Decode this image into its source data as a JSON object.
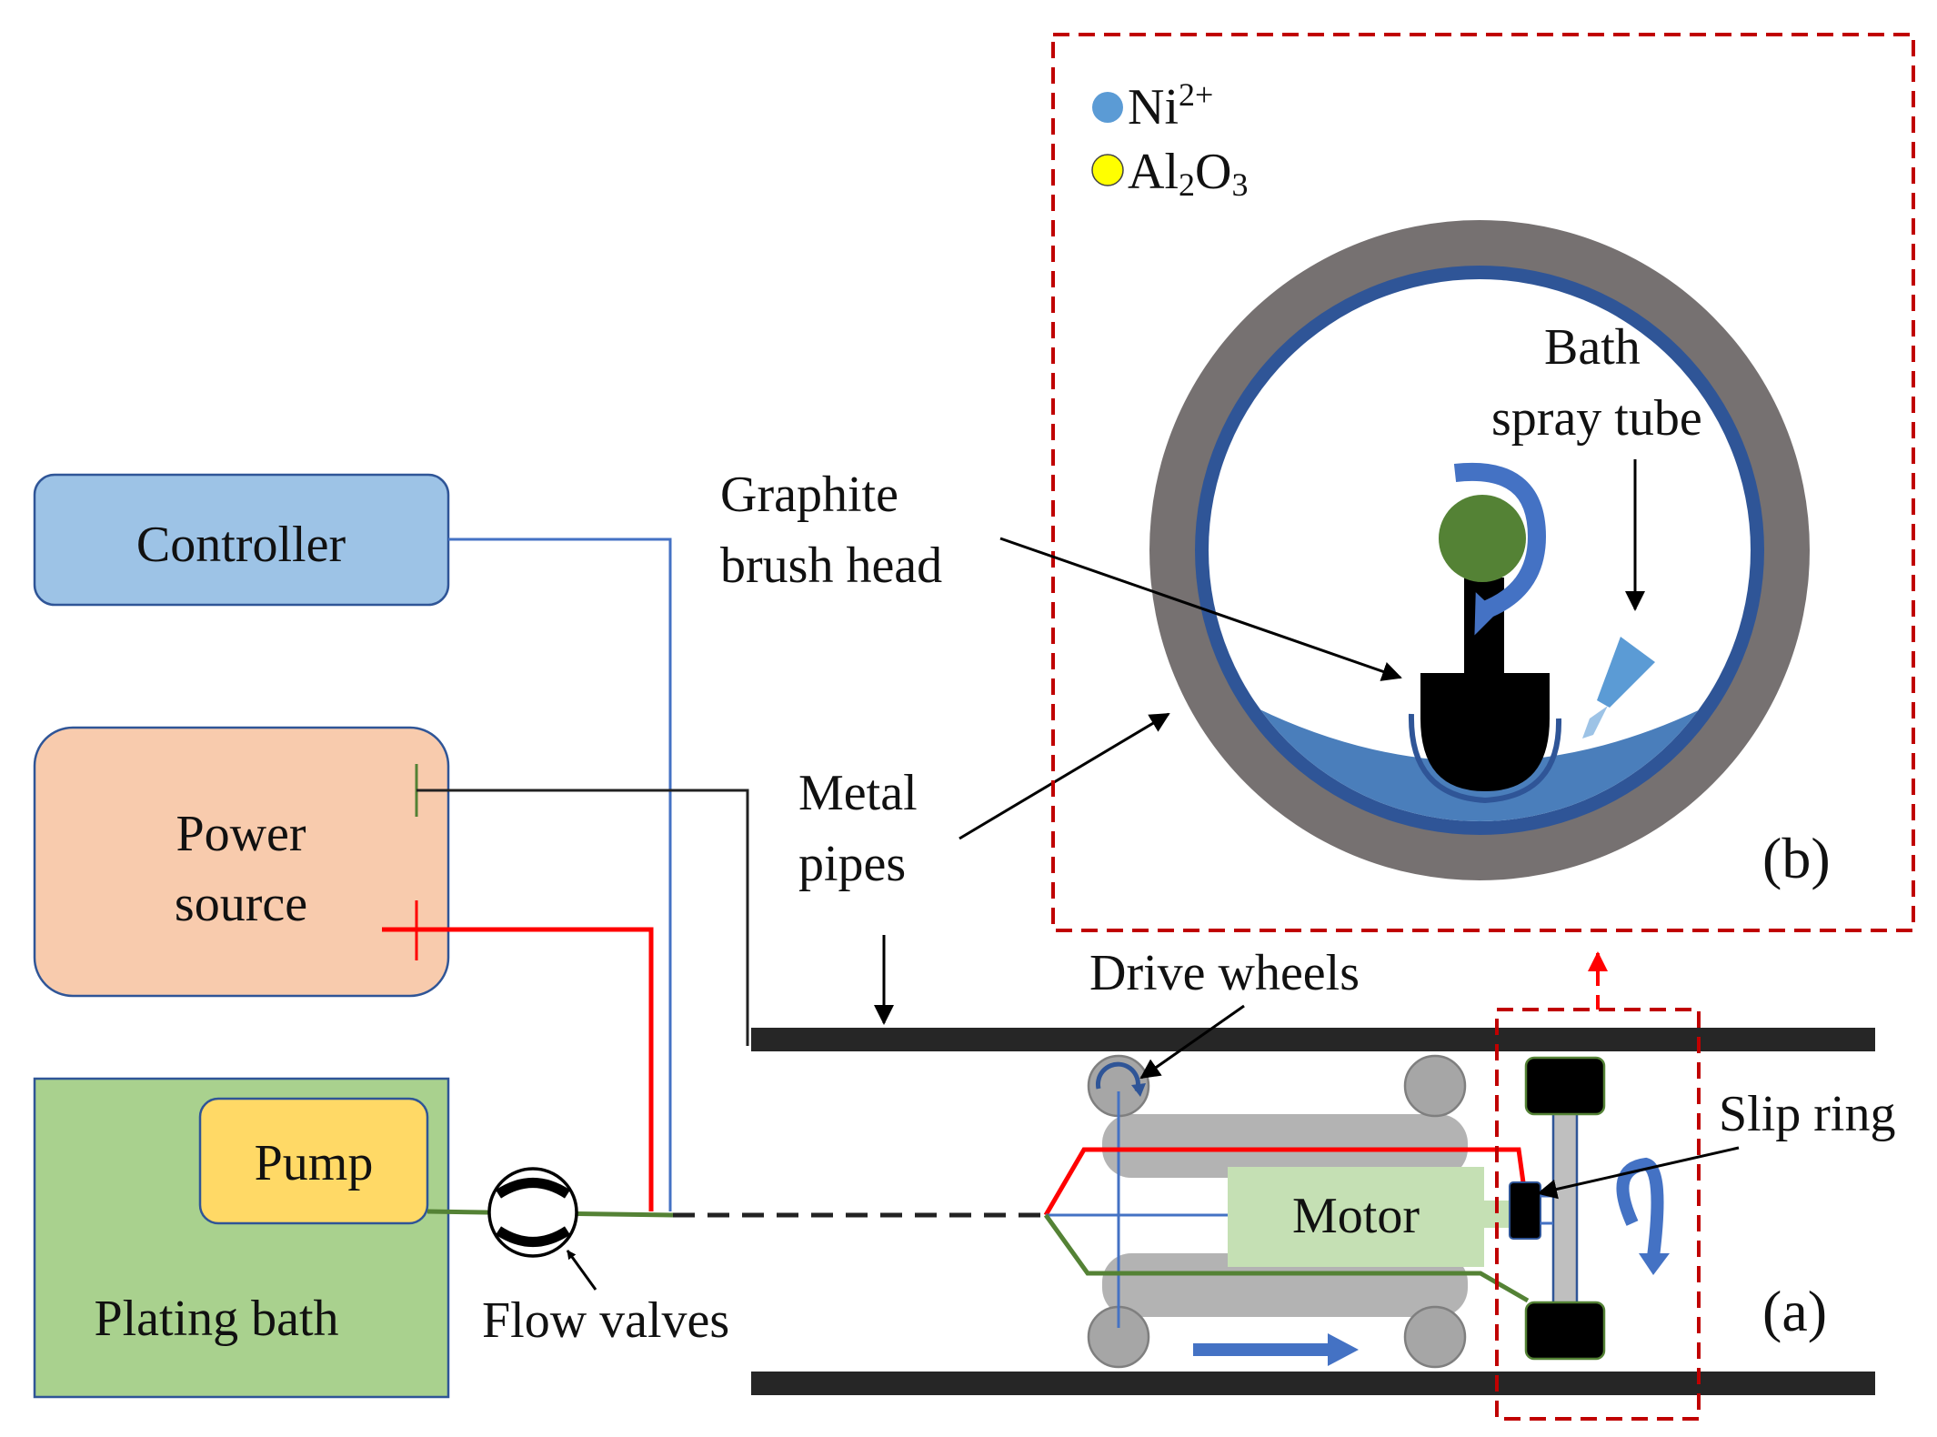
{
  "boxes": {
    "controller": "Controller",
    "power_source_line1": "Power",
    "power_source_line2": "source",
    "plating_bath": "Plating bath",
    "pump": "Pump",
    "motor": "Motor"
  },
  "labels": {
    "flow_valves": "Flow valves",
    "metal_pipes_line1": "Metal",
    "metal_pipes_line2": "pipes",
    "drive_wheels": "Drive wheels",
    "slip_ring": "Slip ring",
    "graphite_line1": "Graphite",
    "graphite_line2": "brush head",
    "bath_line1": "Bath",
    "bath_line2": "spray tube",
    "panel_a": "(a)",
    "panel_b": "(b)"
  },
  "legend": {
    "ni_base": "Ni",
    "ni_sup": "2+",
    "al_part1": "Al",
    "al_sub1": "2",
    "al_part2": "O",
    "al_sub2": "3"
  },
  "colors": {
    "controller_fill": "#9dc3e6",
    "power_fill": "#f8cbad",
    "bath_fill": "#a9d18e",
    "pump_fill": "#ffd966",
    "motor_fill": "#c5e0b4",
    "red_wire": "#ff0000",
    "blue_wire": "#4472c4",
    "green_wire": "#548235",
    "pipe_gray": "#767171",
    "ni_ion": "#5b9bd5",
    "al2o3": "#ffff00",
    "dashed_frame": "#c00000"
  }
}
